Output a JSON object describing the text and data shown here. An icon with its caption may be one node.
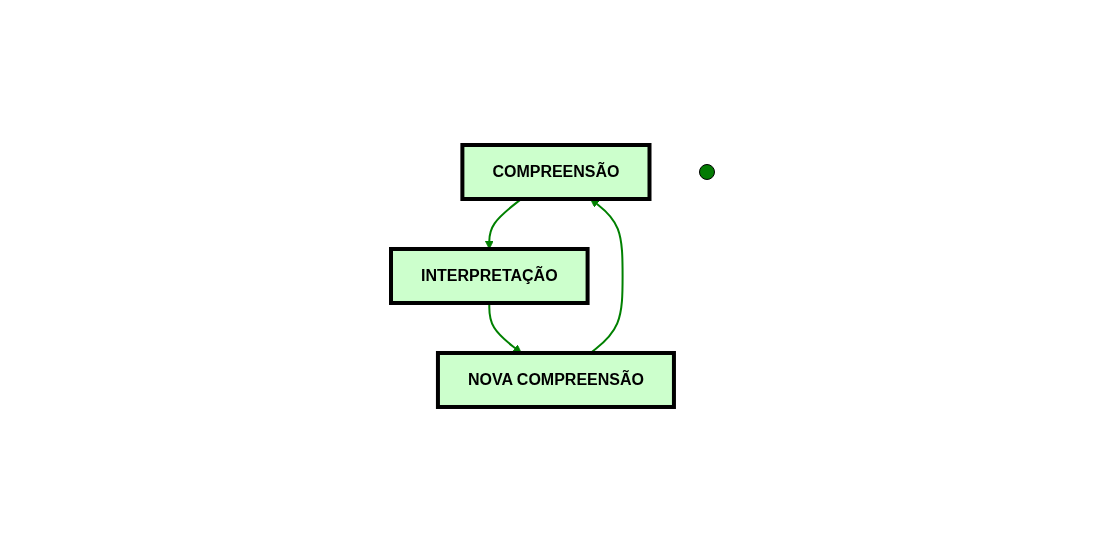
{
  "diagram": {
    "nodes": [
      {
        "text": [
          "COMPREENSÃO"
        ]
      },
      {
        "text": [],
        "shape": "circle"
      },
      {
        "text": [
          "NOVA COMPREENSÃO"
        ]
      },
      {
        "text": [
          "INTERPRETAÇÃO"
        ]
      }
    ],
    "edges": [
      {
        "from": 0,
        "to": 3,
        "arrow": "to"
      },
      {
        "from": 3,
        "to": 2,
        "arrow": "to"
      },
      {
        "from": 2,
        "to": 0,
        "arrow": "to"
      }
    ]
  }
}
